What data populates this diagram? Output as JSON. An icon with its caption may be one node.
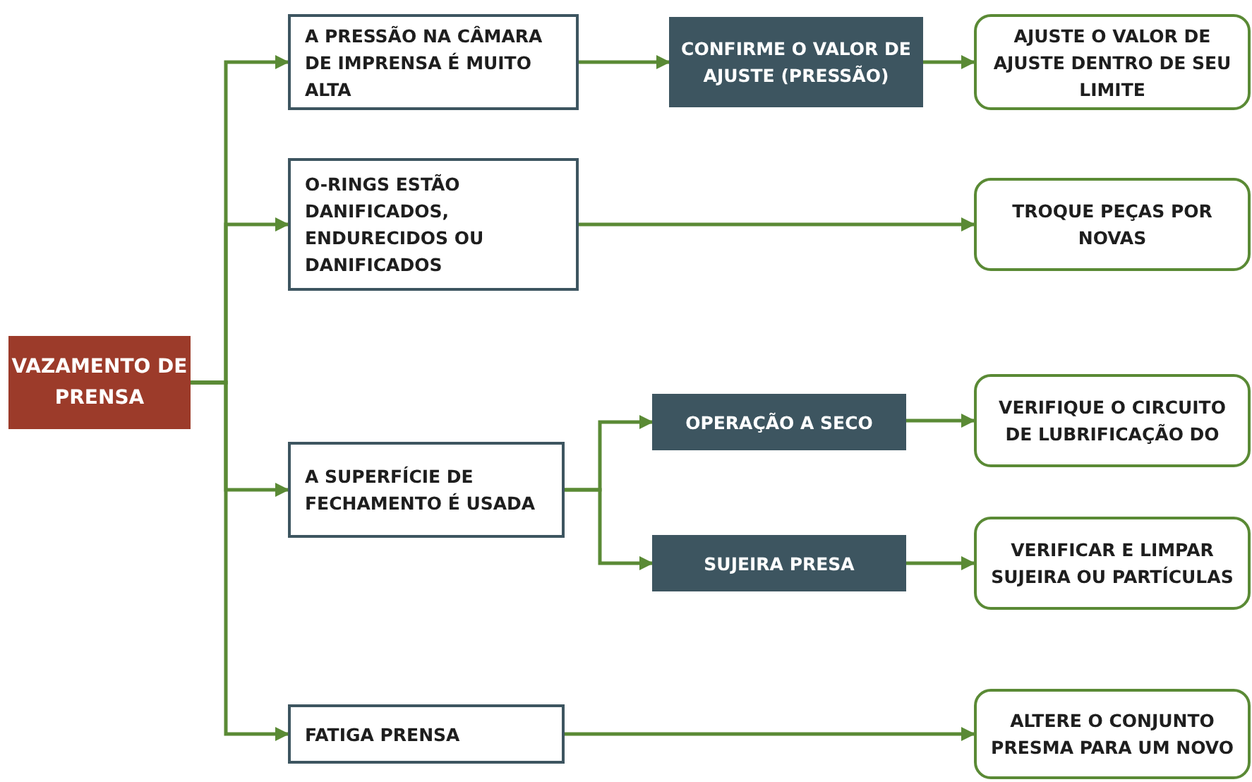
{
  "diagram": {
    "nodes": [
      {
        "text": [
          "VAZAMENTO DE PRENSA"
        ]
      },
      {
        "text": [
          "A PRESSÃO NA CÂMARA DE IMPRENSA É MUITO ALTA"
        ]
      },
      {
        "text": [
          "CONFIRME O VALOR DE AJUSTE (PRESSÃO)"
        ]
      },
      {
        "text": [
          "AJUSTE O VALOR DE AJUSTE DENTRO DE SEU LIMITE"
        ]
      },
      {
        "text": [
          "O-RINGS ESTÃO DANIFICADOS, ENDURECIDOS OU DANIFICADOS"
        ]
      },
      {
        "text": [
          "TROQUE PEÇAS POR NOVAS"
        ]
      },
      {
        "text": [
          "A SUPERFÍCIE DE FECHAMENTO É USADA"
        ]
      },
      {
        "text": [
          "OPERAÇÃO A SECO"
        ]
      },
      {
        "text": [
          "VERIFIQUE O CIRCUITO DE LUBRIFICAÇÃO DO"
        ]
      },
      {
        "text": [
          "SUJEIRA PRESA"
        ]
      },
      {
        "text": [
          "VERIFICAR E LIMPAR SUJEIRA OU PARTÍCULAS"
        ]
      },
      {
        "text": [
          "FATIGA PRENSA"
        ]
      },
      {
        "text": [
          "ALTERE O CONJUNTO PRESMA PARA UM NOVO"
        ]
      }
    ],
    "edges": [
      {
        "from": 0,
        "to": 1,
        "arrow": "to"
      },
      {
        "from": 0,
        "to": 4,
        "arrow": "to"
      },
      {
        "from": 0,
        "to": 6,
        "arrow": "to"
      },
      {
        "from": 0,
        "to": 11,
        "arrow": "to"
      },
      {
        "from": 1,
        "to": 2,
        "arrow": "to"
      },
      {
        "from": 2,
        "to": 3,
        "arrow": "to"
      },
      {
        "from": 4,
        "to": 5,
        "arrow": "to"
      },
      {
        "from": 6,
        "to": 7,
        "arrow": "to"
      },
      {
        "from": 6,
        "to": 9,
        "arrow": "to"
      },
      {
        "from": 7,
        "to": 8,
        "arrow": "to"
      },
      {
        "from": 9,
        "to": 10,
        "arrow": "to"
      },
      {
        "from": 11,
        "to": 12,
        "arrow": "to"
      }
    ]
  }
}
